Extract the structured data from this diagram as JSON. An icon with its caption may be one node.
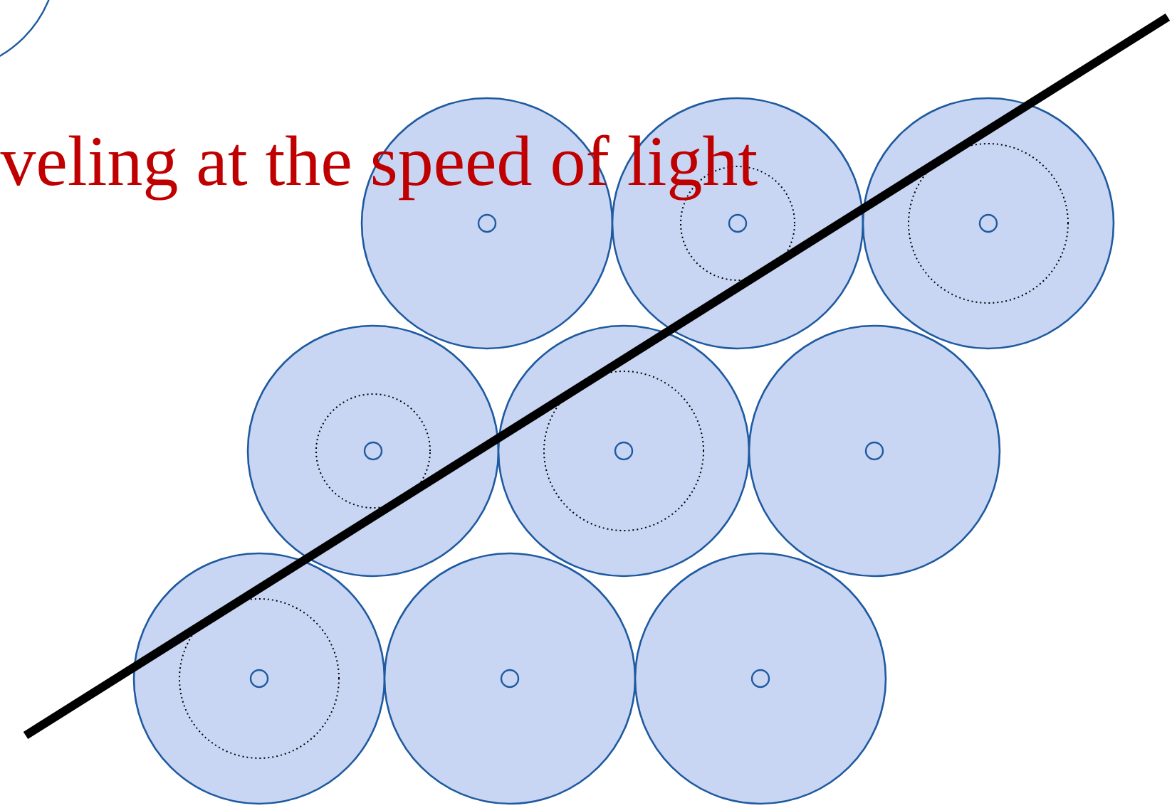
{
  "diagram": {
    "nodes": [
      {
        "text": [],
        "shape": "circle"
      },
      {
        "text": [],
        "shape": "circle"
      },
      {
        "text": [],
        "shape": "circle"
      },
      {
        "text": [],
        "shape": "circle"
      },
      {
        "text": [],
        "shape": "circle"
      },
      {
        "text": [],
        "shape": "circle"
      },
      {
        "text": [],
        "shape": "circle"
      },
      {
        "text": [],
        "shape": "circle"
      },
      {
        "text": [],
        "shape": "circle"
      }
    ],
    "labels": [
      "veling at the speed of light"
    ]
  }
}
